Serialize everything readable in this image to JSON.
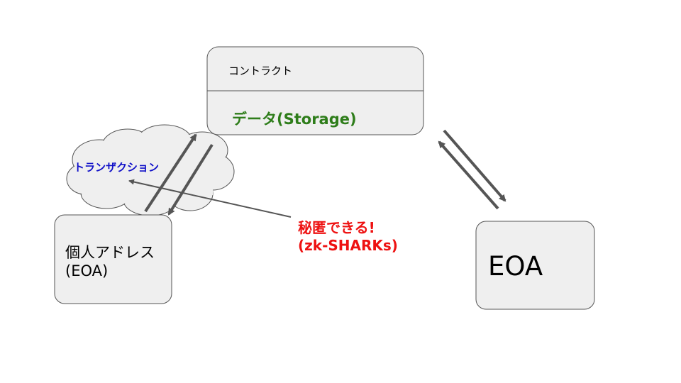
{
  "contract": {
    "title": "コントラクト",
    "data_label": "データ(Storage)"
  },
  "transaction": {
    "label": "トランザクション"
  },
  "personal_address": {
    "line1": "個人アドレス",
    "line2": "(EOA)"
  },
  "eoa": {
    "label": "EOA"
  },
  "annotation": {
    "line1": "秘匿できる!",
    "line2": "(zk-SHARKs)"
  },
  "colors": {
    "data_label": "#2e7d1a",
    "transaction_label": "#1010c8",
    "annotation": "#ee1111",
    "box_fill": "#efefef",
    "stroke": "#555555"
  }
}
